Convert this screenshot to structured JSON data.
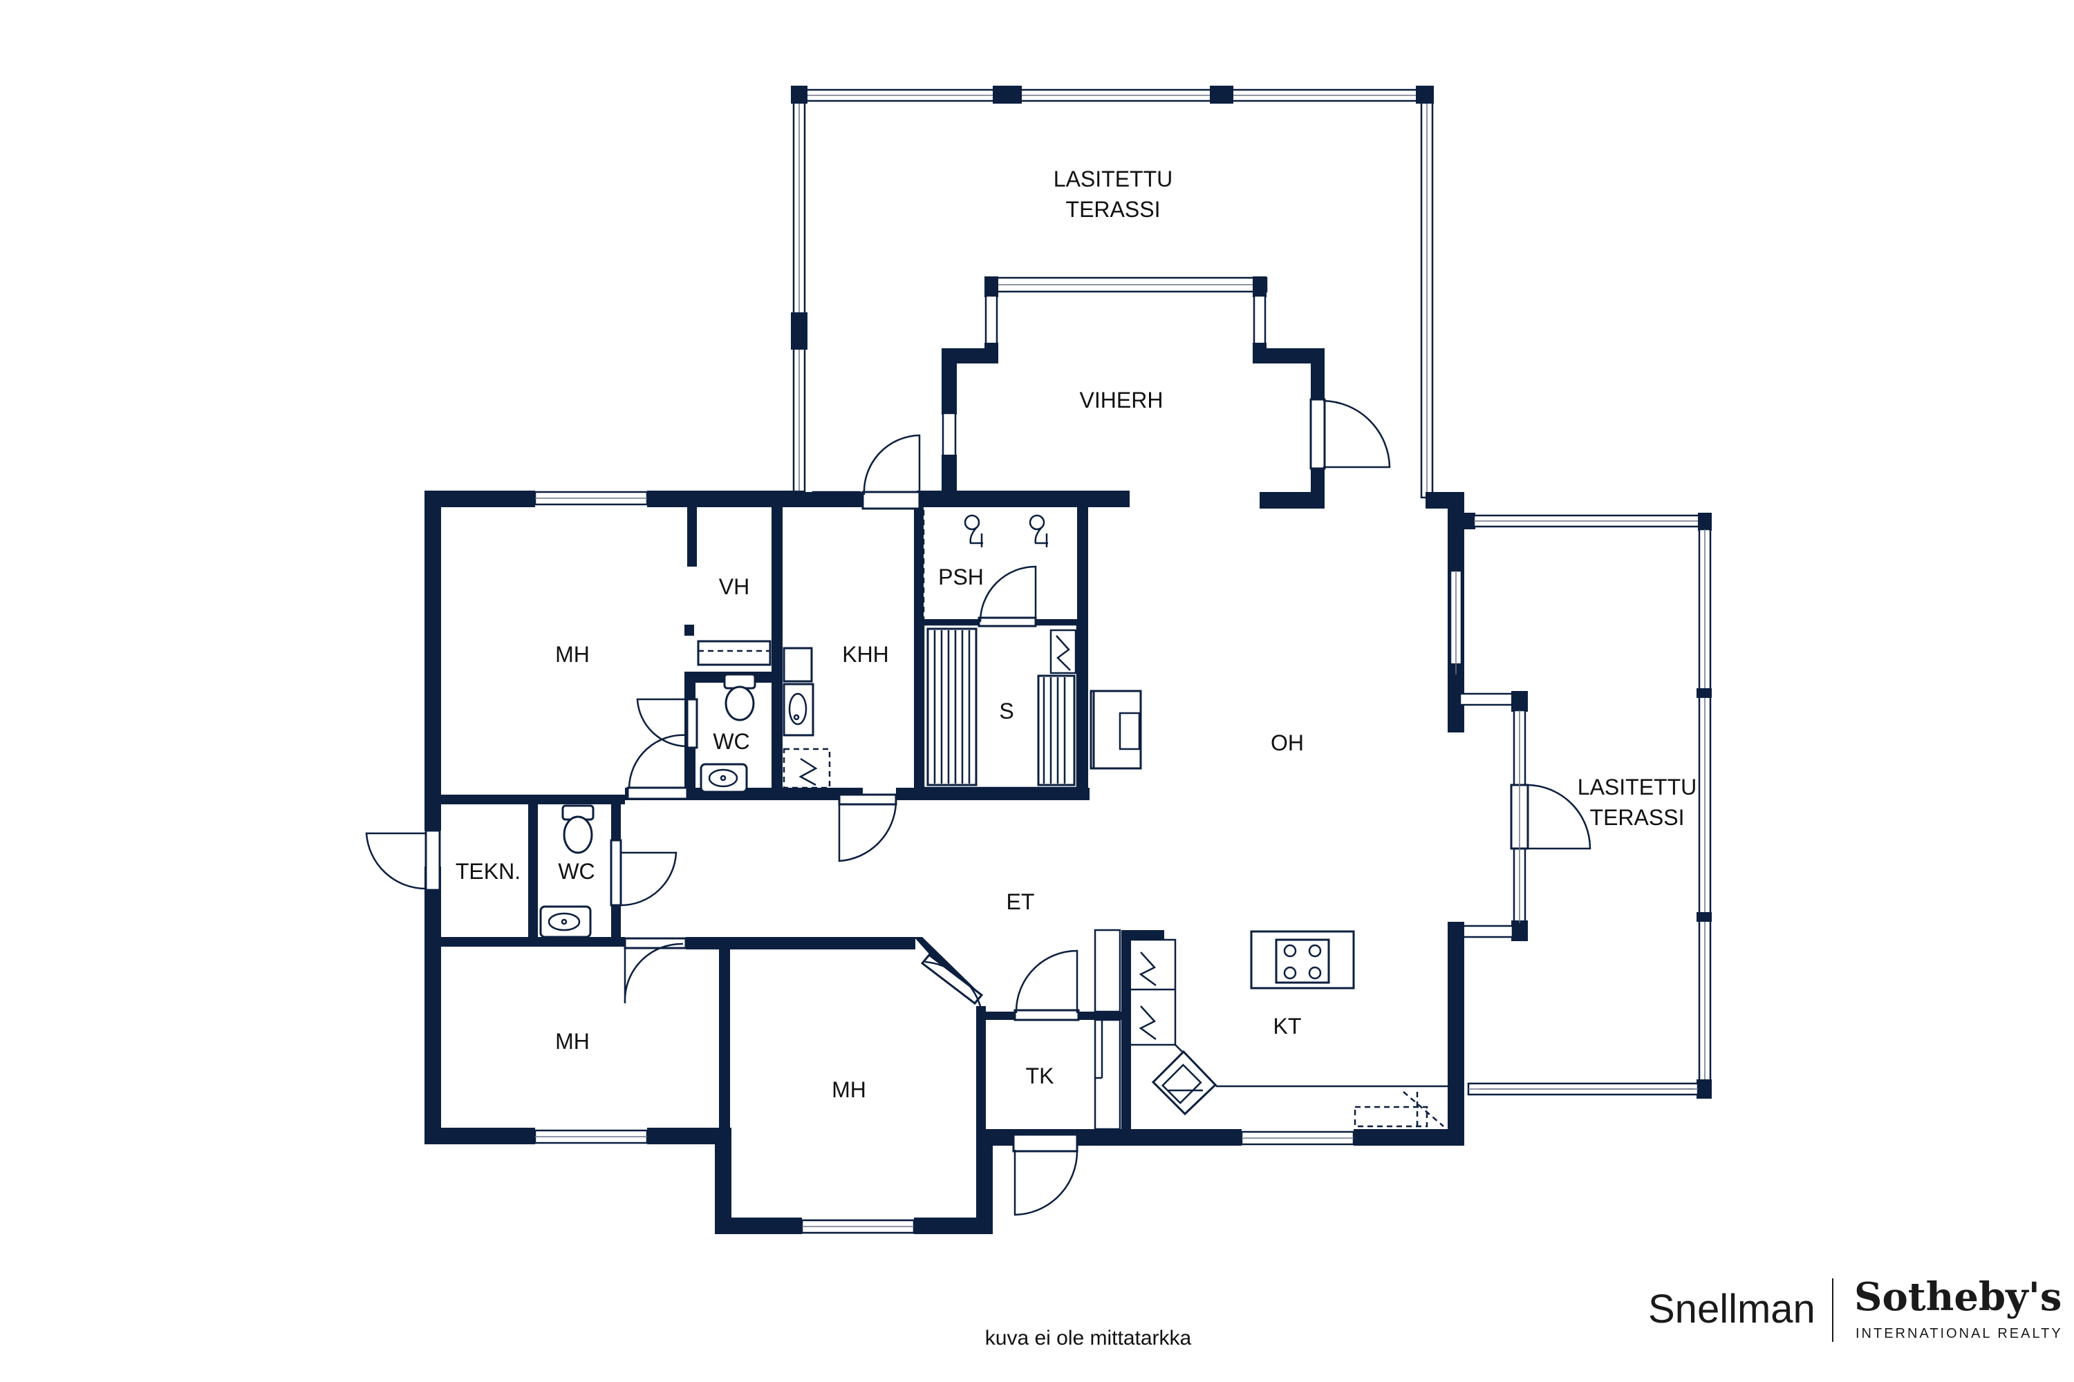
{
  "rooms": {
    "lasitettu_terassi_top": [
      "LASITETTU",
      "TERASSI"
    ],
    "viherh": "VIHERH",
    "mh_top_left": "MH",
    "vh": "VH",
    "khh": "KHH",
    "psh": "PSH",
    "wc_upper": "WC",
    "sauna": "S",
    "oh": "OH",
    "lasitettu_terassi_right": [
      "LASITETTU",
      "TERASSI"
    ],
    "tekn": "TEKN.",
    "wc_lower": "WC",
    "et": "ET",
    "kt": "KT",
    "mh_bottom_left": "MH",
    "mh_bottom_mid": "MH",
    "tk": "TK"
  },
  "footer": {
    "disclaimer": "kuva ei ole mittatarkka"
  },
  "branding": {
    "agency": "Snellman",
    "partner": "Sotheby's",
    "partner_sub": "INTERNATIONAL REALTY"
  },
  "colors": {
    "wall": "#0c1f3f",
    "background": "#ffffff"
  }
}
